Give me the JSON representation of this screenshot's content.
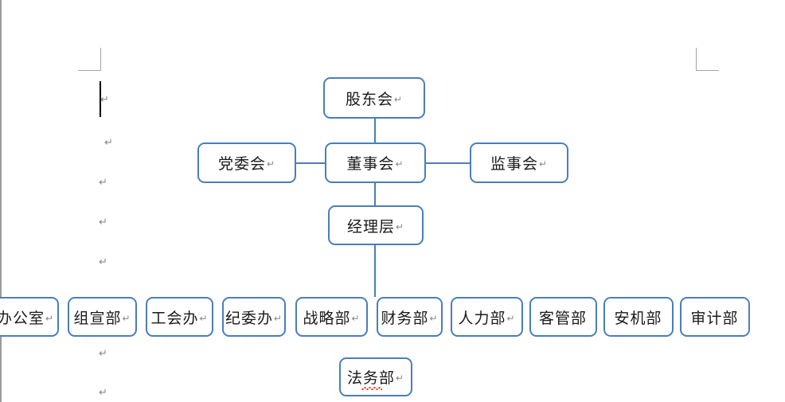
{
  "document": {
    "type": "word-processor-org-chart",
    "paragraph_mark_glyph": "↵",
    "colors": {
      "node_border": "#4a7ebb",
      "connector": "#4a7ebb",
      "node_fill": "#ffffff",
      "page_background": "#ffffff",
      "margin_mark": "#a6a6a6",
      "paragraph_mark": "#878787",
      "caret": "#000000",
      "spellcheck_underline": "#e23a28",
      "document_edge": "#9c9c9c"
    }
  },
  "chart_data": {
    "type": "diagram",
    "title": "",
    "levels": [
      {
        "name": "shareholders",
        "nodes": [
          "股东会"
        ]
      },
      {
        "name": "board",
        "nodes": [
          "党委会",
          "董事会",
          "监事会"
        ]
      },
      {
        "name": "management",
        "nodes": [
          "经理层"
        ]
      },
      {
        "name": "departments",
        "nodes": [
          "办公室",
          "组宣部",
          "工会办",
          "纪委办",
          "战略部",
          "财务部",
          "人力部",
          "客管部",
          "安机部",
          "审计部"
        ]
      },
      {
        "name": "extra",
        "nodes": [
          "法务部"
        ]
      }
    ],
    "edges": [
      [
        "股东会",
        "董事会"
      ],
      [
        "党委会",
        "董事会"
      ],
      [
        "董事会",
        "监事会"
      ],
      [
        "董事会",
        "经理层"
      ],
      [
        "经理层",
        "departments-row"
      ]
    ]
  },
  "nodes": {
    "shareholders": {
      "label": "股东会",
      "mark": "↵"
    },
    "party_committee": {
      "label": "党委会",
      "mark": "↵"
    },
    "board_of_directors": {
      "label": "董事会",
      "mark": "↵"
    },
    "supervisory_board": {
      "label": "监事会",
      "mark": "↵"
    },
    "management": {
      "label": "经理层",
      "mark": "↵"
    },
    "legal": {
      "label": "法务部",
      "mark": "↵"
    }
  },
  "departments": [
    {
      "label": "办公室",
      "mark": "↵"
    },
    {
      "label": "组宣部",
      "mark": "↵"
    },
    {
      "label": "工会办",
      "mark": "↵"
    },
    {
      "label": "纪委办",
      "mark": "↵"
    },
    {
      "label": "战略部",
      "mark": "↵"
    },
    {
      "label": "财务部",
      "mark": "↵"
    },
    {
      "label": "人力部",
      "mark": "↵"
    },
    {
      "label": "客管部",
      "mark": ""
    },
    {
      "label": "安机部",
      "mark": ""
    },
    {
      "label": "审计部",
      "mark": ""
    }
  ],
  "paragraph_marks": [
    {
      "glyph": "↵"
    },
    {
      "glyph": "↵"
    },
    {
      "glyph": "↵"
    },
    {
      "glyph": "↵"
    },
    {
      "glyph": "↵"
    },
    {
      "glyph": "↵"
    },
    {
      "glyph": "↵"
    },
    {
      "glyph": "↵"
    }
  ]
}
